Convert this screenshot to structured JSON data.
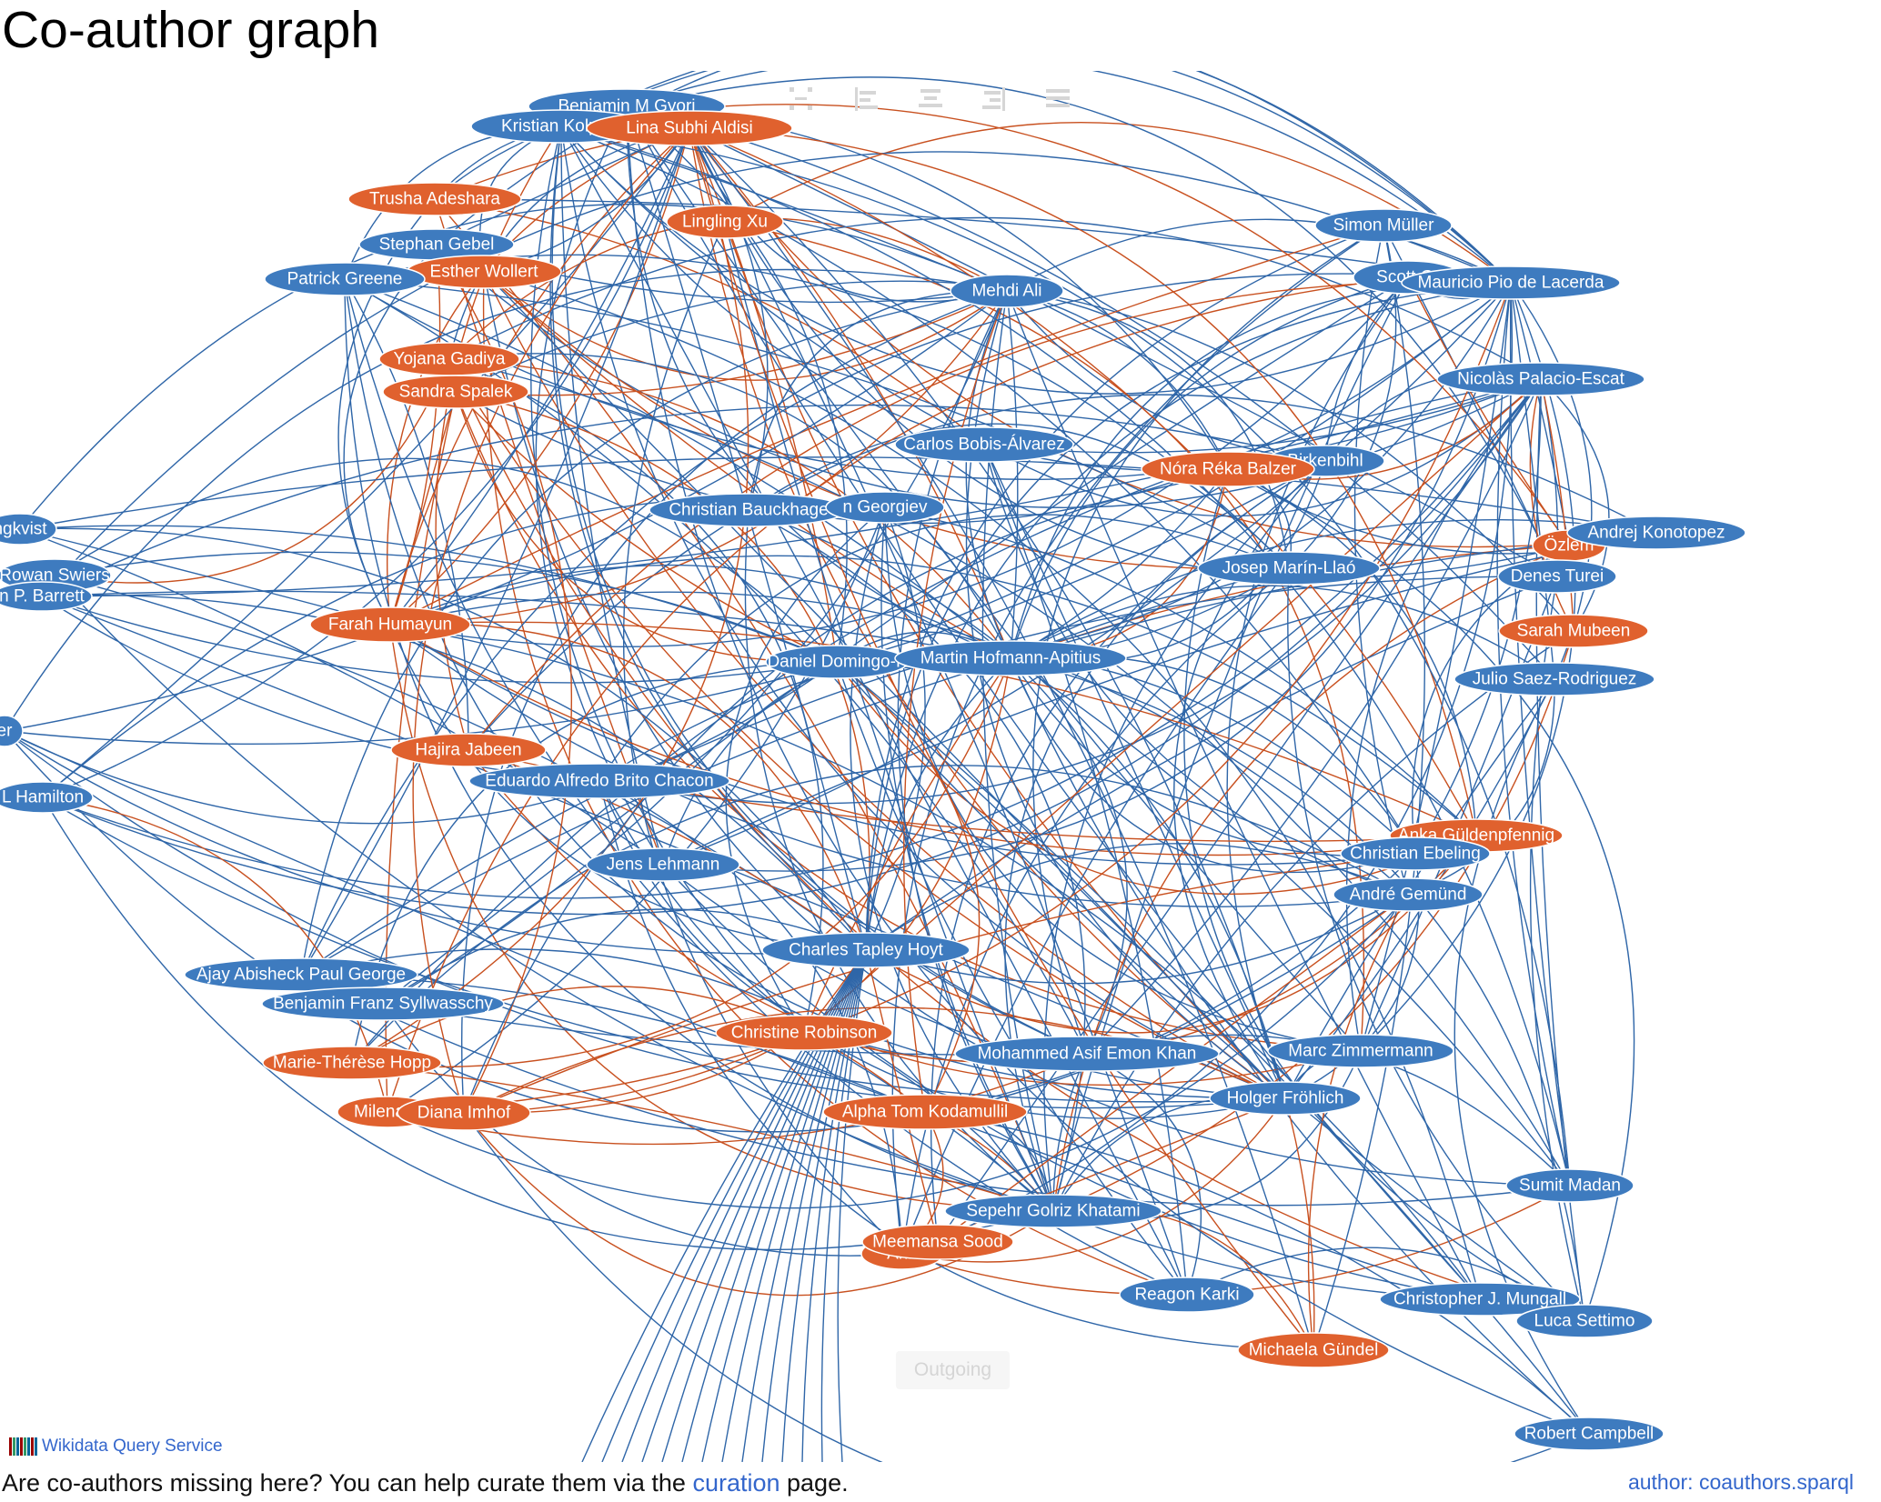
{
  "page": {
    "title": "Co-author graph"
  },
  "colors": {
    "author_node": "#3e7bbf",
    "coauthor_node": "#e0612e",
    "edge_blue": "#2f66a8",
    "edge_orange": "#c8501f",
    "link": "#3366cc"
  },
  "toolbar": {
    "icons": [
      "fit-to-view-icon",
      "align-left-icon",
      "align-center-icon",
      "align-right-icon",
      "justify-icon"
    ]
  },
  "graph": {
    "nodes": [
      {
        "label": "Benjamin M Gyori",
        "color": "blue"
      },
      {
        "label": "Kristian Kolpeja",
        "color": "blue"
      },
      {
        "label": "Lina Subhi Aldisi",
        "color": "orange"
      },
      {
        "label": "Trusha Adeshara",
        "color": "orange"
      },
      {
        "label": "Lingling Xu",
        "color": "orange"
      },
      {
        "label": "Stephan Gebel",
        "color": "blue"
      },
      {
        "label": "Esther Wollert",
        "color": "orange"
      },
      {
        "label": "Patrick Greene",
        "color": "blue"
      },
      {
        "label": "Mehdi Ali",
        "color": "blue"
      },
      {
        "label": "Yojana Gadiya",
        "color": "orange"
      },
      {
        "label": "Sandra Spalek",
        "color": "orange"
      },
      {
        "label": "Simon Müller",
        "color": "blue"
      },
      {
        "label": "Scott Gr",
        "color": "blue"
      },
      {
        "label": "Mauricio Pio de Lacerda",
        "color": "blue"
      },
      {
        "label": "Nicolàs Palacio-Escat",
        "color": "blue"
      },
      {
        "label": "Carlos Bobis-Álvarez",
        "color": "blue"
      },
      {
        "label": "Birkenbihl",
        "color": "blue"
      },
      {
        "label": "Nóra Réka Balzer",
        "color": "orange"
      },
      {
        "label": "ngkvist",
        "color": "blue"
      },
      {
        "label": "Christian Bauckhage",
        "color": "blue"
      },
      {
        "label": "n Georgiev",
        "color": "blue"
      },
      {
        "label": "Özlem",
        "color": "orange"
      },
      {
        "label": "Andrej Konotopez",
        "color": "blue"
      },
      {
        "label": "Rowan Swiers",
        "color": "blue"
      },
      {
        "label": "n P. Barrett",
        "color": "blue"
      },
      {
        "label": "Josep Marín-Llaó",
        "color": "blue"
      },
      {
        "label": "Denes Turei",
        "color": "blue"
      },
      {
        "label": "Farah Humayun",
        "color": "orange"
      },
      {
        "label": "Sarah Mubeen",
        "color": "orange"
      },
      {
        "label": "Daniel Domingo-F",
        "color": "blue"
      },
      {
        "label": "Martin Hofmann-Apitius",
        "color": "blue"
      },
      {
        "label": "Julio Saez-Rodriguez",
        "color": "blue"
      },
      {
        "label": "er",
        "color": "blue"
      },
      {
        "label": "Hajira Jabeen",
        "color": "orange"
      },
      {
        "label": "Eduardo Alfredo Brito Chacon",
        "color": "blue"
      },
      {
        "label": "L Hamilton",
        "color": "blue"
      },
      {
        "label": "Anka Güldenpfennig",
        "color": "orange"
      },
      {
        "label": "Christian Ebeling",
        "color": "blue"
      },
      {
        "label": "Jens Lehmann",
        "color": "blue"
      },
      {
        "label": "André Gemünd",
        "color": "blue"
      },
      {
        "label": "Charles Tapley Hoyt",
        "color": "blue"
      },
      {
        "label": "Ajay Abisheck Paul George",
        "color": "blue"
      },
      {
        "label": "Benjamin Franz Syllwasschy",
        "color": "blue"
      },
      {
        "label": "Christine Robinson",
        "color": "orange"
      },
      {
        "label": "Mohammed Asif Emon Khan",
        "color": "blue"
      },
      {
        "label": "Marc Zimmermann",
        "color": "blue"
      },
      {
        "label": "Marie-Thérèse Hopp",
        "color": "orange"
      },
      {
        "label": "Holger Fröhlich",
        "color": "blue"
      },
      {
        "label": "Milena S",
        "color": "orange"
      },
      {
        "label": "Diana Imhof",
        "color": "orange"
      },
      {
        "label": "Alpha Tom Kodamullil",
        "color": "orange"
      },
      {
        "label": "Sumit Madan",
        "color": "blue"
      },
      {
        "label": "Sepehr Golriz Khatami",
        "color": "blue"
      },
      {
        "label": "Ann",
        "color": "orange"
      },
      {
        "label": "Meemansa Sood",
        "color": "orange"
      },
      {
        "label": "Reagon Karki",
        "color": "blue"
      },
      {
        "label": "Christopher J. Mungall",
        "color": "blue"
      },
      {
        "label": "Luca Settimo",
        "color": "blue"
      },
      {
        "label": "Michaela Gündel",
        "color": "orange"
      },
      {
        "label": "Robert Campbell",
        "color": "blue"
      }
    ]
  },
  "overlay": {
    "outgoing_label": "Outgoing"
  },
  "branding": {
    "wdqs_label": "Wikidata Query Service"
  },
  "footer": {
    "text_before": "Are co-authors missing here? You can help curate them via the ",
    "link_label": "curation",
    "text_after": " page.",
    "query_link_label": "author: coauthors.sparql"
  }
}
